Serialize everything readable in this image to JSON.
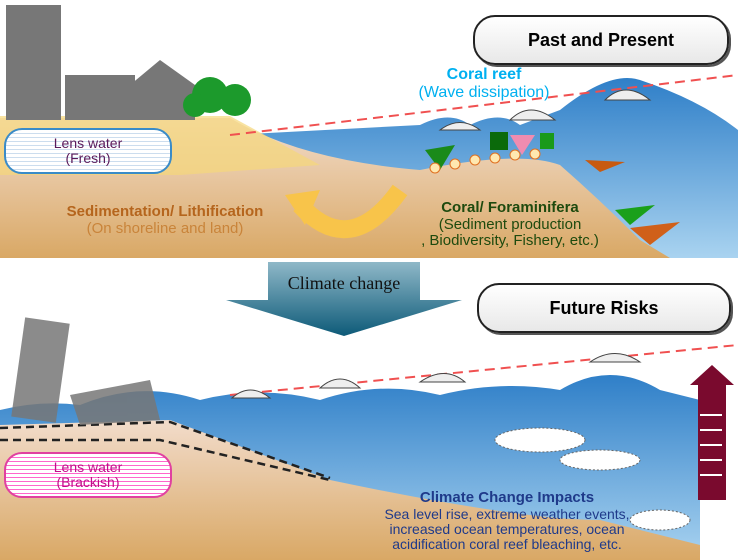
{
  "panels": {
    "top": {
      "title": "Past and Present",
      "lens_water": {
        "title": "Lens water",
        "state": "(Fresh)"
      },
      "coral_reef": {
        "title": "Coral reef",
        "subtitle": "(Wave dissipation)"
      },
      "sedimentation": {
        "title": "Sedimentation/ Lithification",
        "subtitle": "(On shoreline and land)"
      },
      "coral_foraminifera": {
        "title": "Coral/ Foraminifera",
        "line1": "(Sediment production",
        "line2": ", Biodiversity, Fishery, etc.)"
      }
    },
    "arrow_label": "Climate change",
    "bottom": {
      "title": "Future Risks",
      "lens_water": {
        "title": "Lens water",
        "state": "(Brackish)"
      },
      "impacts": {
        "title": "Climate Change Impacts",
        "line1": "Sea level rise, extreme weather events,",
        "line2": "increased ocean temperatures, ocean",
        "line3": "acidification coral reef bleaching, etc."
      }
    }
  },
  "colors": {
    "sea": "#3f8fd0",
    "sand": "#e7c7a4",
    "coral_text": "#00b0f0",
    "sediment_text": "#b5651d",
    "coral_label": "#1e5a0e",
    "impact_title": "#1f3a8a",
    "arrow": "#1b5e7a",
    "sea_rise_arrow": "#7a0a2e"
  }
}
